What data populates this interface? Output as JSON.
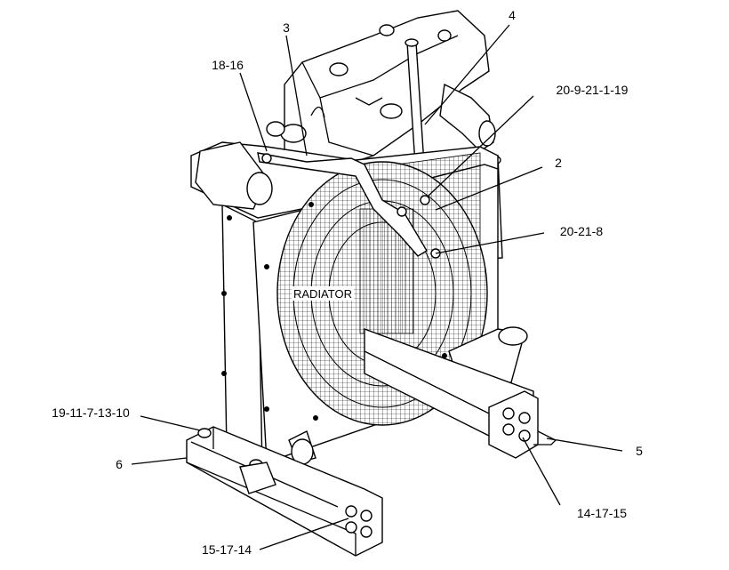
{
  "diagram": {
    "center_label": "RADIATOR",
    "callouts": {
      "c3": "3",
      "c4": "4",
      "c18_16": "18-16",
      "c20_9_21_1_19": "20-9-21-1-19",
      "c2": "2",
      "c20_21_8": "20-21-8",
      "c19_11_7_13_10": "19-11-7-13-10",
      "c6": "6",
      "c5": "5",
      "c14_17_15": "14-17-15",
      "c15_17_14": "15-17-14"
    }
  }
}
